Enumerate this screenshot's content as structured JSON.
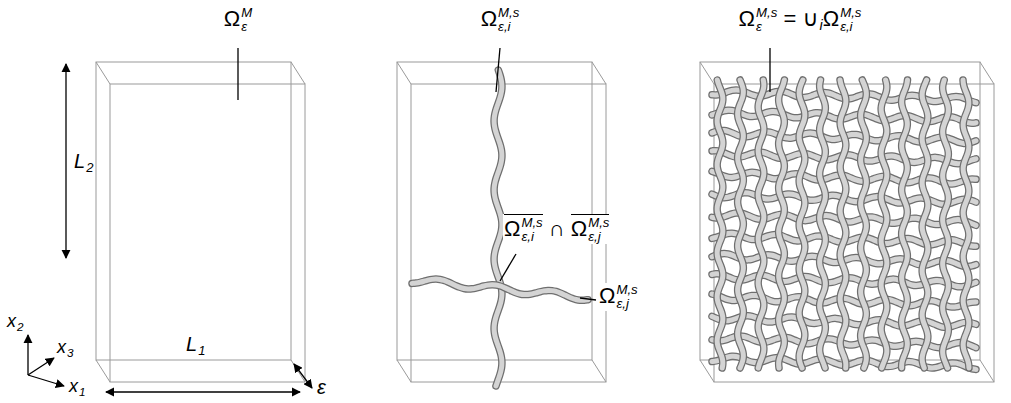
{
  "diagram": {
    "labels": [
      "ΩεM",
      "L2",
      "L1",
      "x2",
      "x3",
      "x1",
      "ε",
      "Ωε,iM,s",
      "Ωε,iM,s ∩ Ωε,jM,s",
      "Ωε,jM,s",
      "ΩεM,s = ∪iΩε,iM,s"
    ]
  }
}
